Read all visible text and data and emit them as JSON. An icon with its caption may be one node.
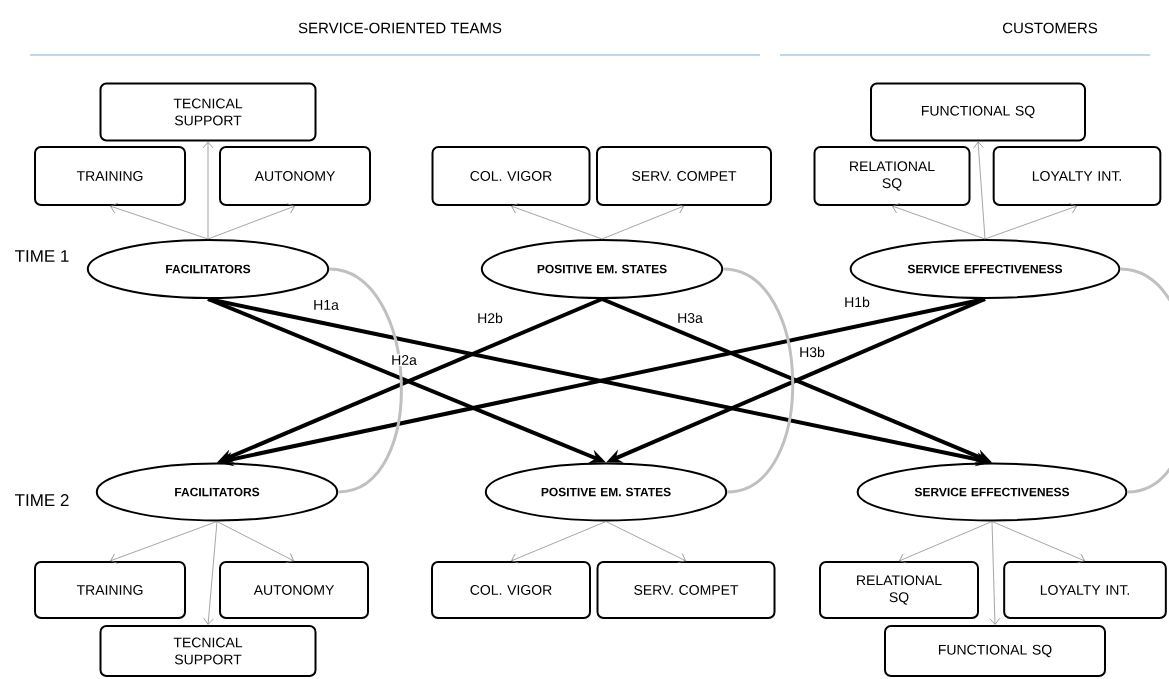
{
  "diagram": {
    "nodes": [
      {
        "text": [
          "TECNICAL SUPPORT"
        ]
      },
      {
        "text": [
          "FUNCTIONAL SQ"
        ]
      },
      {
        "text": [
          "TRAINING"
        ]
      },
      {
        "text": [
          "AUTONOMY"
        ]
      },
      {
        "text": [
          "COL. VIGOR"
        ]
      },
      {
        "text": [
          "SERV. COMPET"
        ]
      },
      {
        "text": [
          "RELATIONAL SQ"
        ]
      },
      {
        "text": [
          "LOYALTY INT."
        ]
      },
      {
        "text": [
          "FACILITATORS"
        ]
      },
      {
        "text": [
          "POSITIVE EM. STATES"
        ]
      },
      {
        "text": [
          "SERVICE EFFECTIVENESS"
        ]
      },
      {
        "text": [
          "FACILITATORS"
        ]
      },
      {
        "text": [
          "POSITIVE EM. STATES"
        ]
      },
      {
        "text": [
          "SERVICE EFFECTIVENESS"
        ]
      },
      {
        "text": [
          "TRAINING"
        ]
      },
      {
        "text": [
          "AUTONOMY"
        ]
      },
      {
        "text": [
          "COL. VIGOR"
        ]
      },
      {
        "text": [
          "SERV. COMPET"
        ]
      },
      {
        "text": [
          "RELATIONAL SQ"
        ]
      },
      {
        "text": [
          "LOYALTY INT."
        ]
      },
      {
        "text": [
          "TECNICAL SUPPORT"
        ]
      },
      {
        "text": [
          "FUNCTIONAL SQ"
        ]
      }
    ],
    "edges": [
      {
        "from": 8,
        "to": 0,
        "arrow": "to"
      },
      {
        "from": 8,
        "to": 2,
        "arrow": "to"
      },
      {
        "from": 8,
        "to": 3,
        "arrow": "to"
      },
      {
        "from": 9,
        "to": 4,
        "arrow": "to"
      },
      {
        "from": 9,
        "to": 5,
        "arrow": "to"
      },
      {
        "from": 10,
        "to": 1,
        "arrow": "to"
      },
      {
        "from": 10,
        "to": 6,
        "arrow": "to"
      },
      {
        "from": 10,
        "to": 7,
        "arrow": "to"
      },
      {
        "from": 11,
        "to": 14,
        "arrow": "to"
      },
      {
        "from": 11,
        "to": 15,
        "arrow": "to"
      },
      {
        "from": 11,
        "to": 20,
        "arrow": "to"
      },
      {
        "from": 12,
        "to": 16,
        "arrow": "to"
      },
      {
        "from": 12,
        "to": 17,
        "arrow": "to"
      },
      {
        "from": 13,
        "to": 18,
        "arrow": "to"
      },
      {
        "from": 13,
        "to": 19,
        "arrow": "to"
      },
      {
        "from": 13,
        "to": 21,
        "arrow": "to"
      },
      {
        "from": 8,
        "to": 13,
        "arrow": "to",
        "label": "H1a",
        "style": "thick",
        "color": "#000000"
      },
      {
        "from": 8,
        "to": 12,
        "arrow": "to",
        "label": "H2a",
        "style": "thick",
        "color": "#000000"
      },
      {
        "from": 9,
        "to": 11,
        "arrow": "to",
        "label": "H2b",
        "style": "thick",
        "color": "#000000"
      },
      {
        "from": 9,
        "to": 13,
        "arrow": "to",
        "label": "H3a",
        "style": "thick",
        "color": "#000000"
      },
      {
        "from": 10,
        "to": 11,
        "arrow": "to",
        "label": "H1b",
        "style": "thick",
        "color": "#000000"
      },
      {
        "from": 10,
        "to": 12,
        "arrow": "to",
        "label": "H3b",
        "style": "thick",
        "color": "#000000"
      },
      {
        "from": 8,
        "to": 11,
        "arrow": "none",
        "style": "thick",
        "color": "#c0c0c0"
      },
      {
        "from": 9,
        "to": 12,
        "arrow": "none",
        "style": "thick",
        "color": "#c0c0c0"
      },
      {
        "from": 10,
        "to": 13,
        "arrow": "none",
        "style": "thick",
        "color": "#c0c0c0"
      }
    ],
    "labels": [
      "SERVICE-ORIENTED TEAMS",
      "CUSTOMERS",
      "TIME 1",
      "TIME 2"
    ]
  }
}
